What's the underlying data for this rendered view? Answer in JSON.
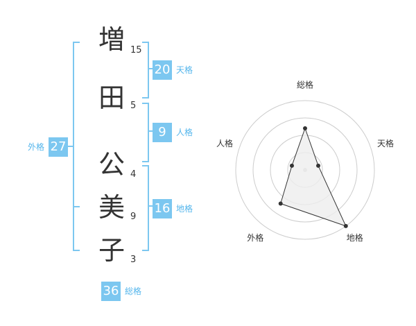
{
  "name_chars": [
    {
      "char": "増",
      "strokes": "15"
    },
    {
      "char": "田",
      "strokes": "5"
    },
    {
      "char": "公",
      "strokes": "4"
    },
    {
      "char": "美",
      "strokes": "9"
    },
    {
      "char": "子",
      "strokes": "3"
    }
  ],
  "kaku": {
    "tenkaku": {
      "value": "20",
      "label": "天格"
    },
    "jinkaku": {
      "value": "9",
      "label": "人格"
    },
    "chikaku": {
      "value": "16",
      "label": "地格"
    },
    "gaikaku": {
      "value": "27",
      "label": "外格"
    },
    "soukaku": {
      "value": "36",
      "label": "総格"
    }
  },
  "chart_data": {
    "type": "radar",
    "axes": [
      "総格",
      "天格",
      "地格",
      "外格",
      "人格"
    ],
    "values": [
      3,
      1,
      5,
      3,
      1
    ],
    "max": 5,
    "rings": 4,
    "colors": {
      "accent": "#7cc7f0",
      "accent_text": "#55b6ec",
      "grid": "#cccccc",
      "area_fill": "#eeeeee",
      "line": "#333333"
    }
  }
}
